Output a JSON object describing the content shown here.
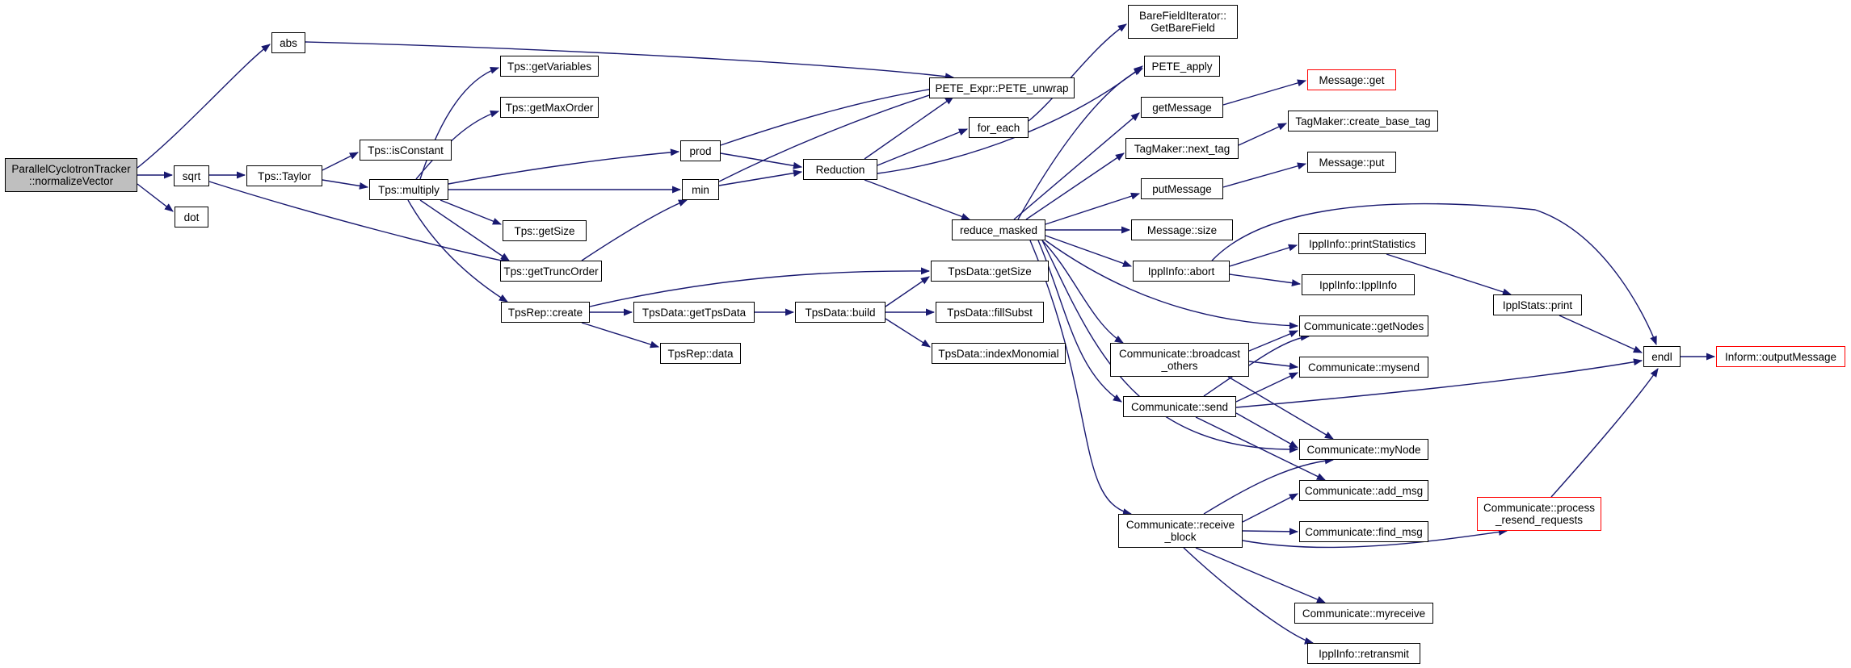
{
  "colors": {
    "edge": "#191970",
    "root_fill": "#bfbfbf",
    "truncated_border": "#ff0000",
    "node_border": "#000000"
  },
  "nodes": {
    "root": "ParallelCyclotronTracker\n::normalizeVector",
    "abs": "abs",
    "sqrt": "sqrt",
    "dot": "dot",
    "tps_taylor": "Tps::Taylor",
    "tps_isconstant": "Tps::isConstant",
    "tps_getvariables": "Tps::getVariables",
    "tps_getmaxorder": "Tps::getMaxOrder",
    "tps_multiply": "Tps::multiply",
    "tps_getsize": "Tps::getSize",
    "tps_gettruncorder": "Tps::getTruncOrder",
    "tpsrep_create": "TpsRep::create",
    "tpsrep_data": "TpsRep::data",
    "tpsdata_gettpsdata": "TpsData::getTpsData",
    "tpsdata_build": "TpsData::build",
    "tpsdata_getsize": "TpsData::getSize",
    "tpsdata_fillsubst": "TpsData::fillSubst",
    "tpsdata_indexmonomial": "TpsData::indexMonomial",
    "prod": "prod",
    "min": "min",
    "reduction": "Reduction",
    "pete_unwrap": "PETE_Expr::PETE_unwrap",
    "for_each": "for_each",
    "bfi_getbarefield": "BareFieldIterator::\nGetBareField",
    "pete_apply": "PETE_apply",
    "reduce_masked": "reduce_masked",
    "getmessage": "getMessage",
    "message_get": "Message::get",
    "tagmaker_next_tag": "TagMaker::next_tag",
    "tagmaker_create_base_tag": "TagMaker::create_base_tag",
    "putmessage": "putMessage",
    "message_put": "Message::put",
    "message_size": "Message::size",
    "ipplinfo_abort": "IpplInfo::abort",
    "ipplinfo_printstatistics": "IpplInfo::printStatistics",
    "ipplinfo_ipplinfo": "IpplInfo::IpplInfo",
    "ipplstats_print": "IpplStats::print",
    "endl": "endl",
    "inform_outputmessage": "Inform::outputMessage",
    "comm_getnodes": "Communicate::getNodes",
    "comm_broadcast_others": "Communicate::broadcast\n_others",
    "comm_mysend": "Communicate::mysend",
    "comm_send": "Communicate::send",
    "comm_mynode": "Communicate::myNode",
    "comm_add_msg": "Communicate::add_msg",
    "comm_process_resend": "Communicate::process\n_resend_requests",
    "comm_receive_block": "Communicate::receive\n_block",
    "comm_find_msg": "Communicate::find_msg",
    "comm_myreceive": "Communicate::myreceive",
    "ipplinfo_retransmit": "IpplInfo::retransmit"
  }
}
